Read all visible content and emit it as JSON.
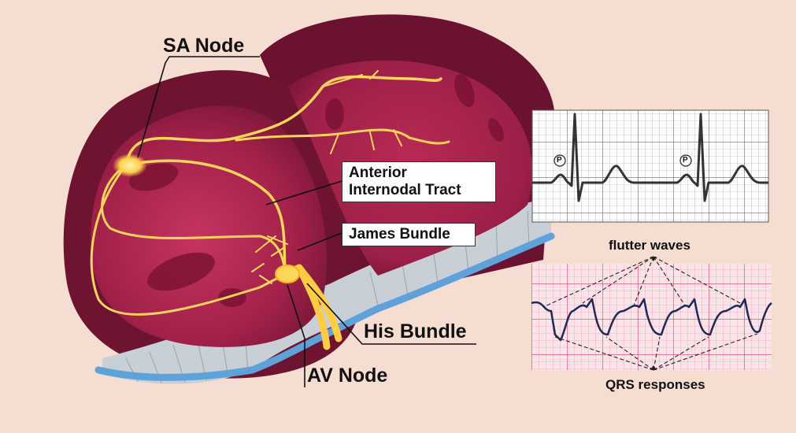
{
  "labels": {
    "sa_node": "SA Node",
    "anterior_line1": "Anterior",
    "anterior_line2": "Internodal Tract",
    "james_bundle": "James Bundle",
    "his_bundle": "His Bundle",
    "av_node": "AV Node",
    "flutter_waves": "flutter waves",
    "qrs_responses": "QRS responses",
    "p_wave_marker": "P"
  },
  "colors": {
    "background": "#f6ddd2",
    "heart_outer": "#6e1330",
    "heart_inner": "#a8234a",
    "conduction_path": "#ffd45a",
    "valve_leaflet": "#c5ccd3",
    "valve_edge": "#6aa8da",
    "normal_ecg_grid": "#8a8a8a",
    "flutter_ecg_grid": "#e3607c"
  }
}
